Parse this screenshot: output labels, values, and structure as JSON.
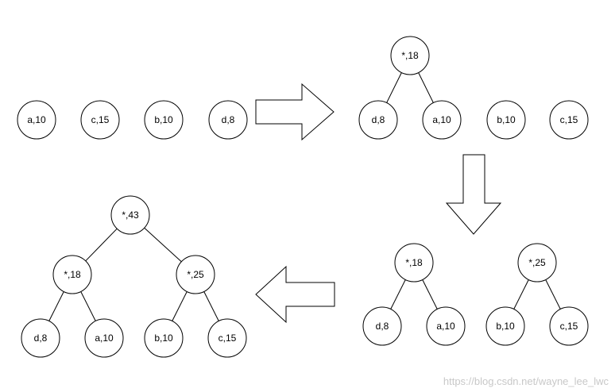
{
  "diagram": {
    "stages": [
      {
        "name": "stage-1-initial-nodes",
        "nodes": [
          {
            "id": "a",
            "label": "a,10"
          },
          {
            "id": "c",
            "label": "c,15"
          },
          {
            "id": "b",
            "label": "b,10"
          },
          {
            "id": "d",
            "label": "d,8"
          }
        ]
      },
      {
        "name": "stage-2-first-merge",
        "nodes": [
          {
            "id": "m18",
            "label": "*,18"
          },
          {
            "id": "d",
            "label": "d,8"
          },
          {
            "id": "a",
            "label": "a,10"
          },
          {
            "id": "b",
            "label": "b,10"
          },
          {
            "id": "c",
            "label": "c,15"
          }
        ],
        "edges": [
          [
            "m18",
            "d"
          ],
          [
            "m18",
            "a"
          ]
        ]
      },
      {
        "name": "stage-3-second-merge",
        "nodes": [
          {
            "id": "m18",
            "label": "*,18"
          },
          {
            "id": "m25",
            "label": "*,25"
          },
          {
            "id": "d",
            "label": "d,8"
          },
          {
            "id": "a",
            "label": "a,10"
          },
          {
            "id": "b",
            "label": "b,10"
          },
          {
            "id": "c",
            "label": "c,15"
          }
        ],
        "edges": [
          [
            "m18",
            "d"
          ],
          [
            "m18",
            "a"
          ],
          [
            "m25",
            "b"
          ],
          [
            "m25",
            "c"
          ]
        ]
      },
      {
        "name": "stage-4-final-tree",
        "nodes": [
          {
            "id": "m43",
            "label": "*,43"
          },
          {
            "id": "m18",
            "label": "*,18"
          },
          {
            "id": "m25",
            "label": "*,25"
          },
          {
            "id": "d",
            "label": "d,8"
          },
          {
            "id": "a",
            "label": "a,10"
          },
          {
            "id": "b",
            "label": "b,10"
          },
          {
            "id": "c",
            "label": "c,15"
          }
        ],
        "edges": [
          [
            "m43",
            "m18"
          ],
          [
            "m43",
            "m25"
          ],
          [
            "m18",
            "d"
          ],
          [
            "m18",
            "a"
          ],
          [
            "m25",
            "b"
          ],
          [
            "m25",
            "c"
          ]
        ]
      }
    ],
    "arrows": [
      "right",
      "down",
      "left"
    ]
  },
  "watermark": "https://blog.csdn.net/wayne_lee_lwc"
}
